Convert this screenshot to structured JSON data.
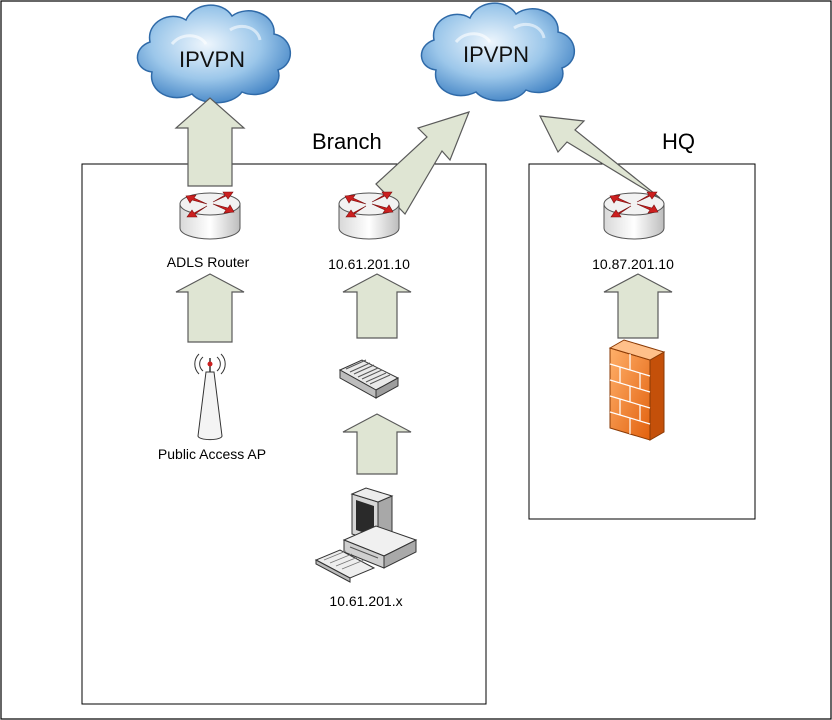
{
  "diagram": {
    "clouds": [
      {
        "id": "cloud-left",
        "label": "IPVPN"
      },
      {
        "id": "cloud-right",
        "label": "IPVPN"
      }
    ],
    "zones": {
      "branch": {
        "label": "Branch"
      },
      "hq": {
        "label": "HQ"
      }
    },
    "nodes": {
      "adsl_router": {
        "label": "ADLS Router",
        "icon": "router-icon"
      },
      "branch_router": {
        "label": "10.61.201.10",
        "icon": "router-icon"
      },
      "hq_router": {
        "label": "10.87.201.10",
        "icon": "router-icon"
      },
      "access_point": {
        "label": "Public Access AP",
        "icon": "wireless-ap-icon"
      },
      "switch": {
        "label": "",
        "icon": "switch-icon"
      },
      "workstation": {
        "label": "10.61.201.x",
        "icon": "workstation-icon"
      },
      "firewall": {
        "label": "",
        "icon": "firewall-icon"
      }
    },
    "colors": {
      "arrow_fill": "#dfe5d3",
      "arrow_stroke": "#5a5a5a",
      "cloud_light": "#cfe4f6",
      "cloud_dark": "#3f82c6",
      "router_red": "#cc1f1f",
      "firewall_orange": "#f07a1e"
    }
  }
}
